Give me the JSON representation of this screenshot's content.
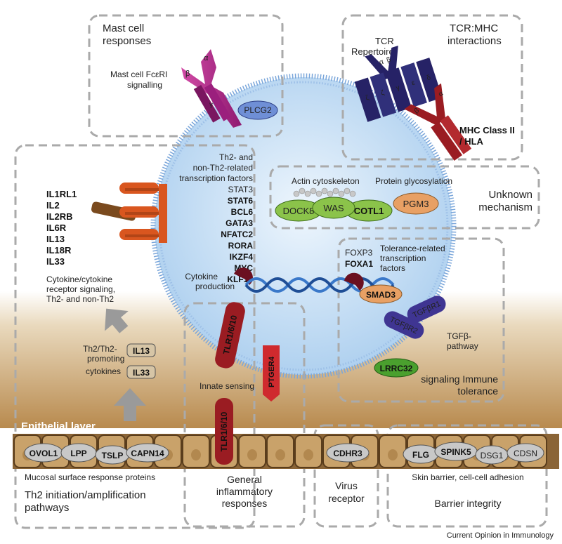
{
  "mast_cell": {
    "title_line1": "Mast cell",
    "title_line2": "responses",
    "sub_line1": "Mast cell FcεRI",
    "sub_line2": "signalling",
    "plcg2": "PLCG2",
    "alpha": "α",
    "beta": "β",
    "gamma": "γ"
  },
  "tcr": {
    "title_line1": "TCR:MHC",
    "title_line2": "interactions",
    "rep_line1": "TCR",
    "rep_line2": "Repertoire",
    "mhc_line1": "MHC Class II",
    "mhc_line2": "/ HLA",
    "alpha": "α",
    "beta": "β",
    "gamma": "γ",
    "delta": "δ",
    "epsilon": "ε",
    "zeta": "ζ"
  },
  "cytokine": {
    "genes": [
      "IL1RL1",
      "IL2",
      "IL2RB",
      "IL6R",
      "IL13",
      "IL18R",
      "IL33"
    ],
    "desc_line1": "Cytokine/cytokine",
    "desc_line2": "receptor signaling,",
    "desc_line3": "Th2- and non-Th2"
  },
  "tf": {
    "title_line1": "Th2- and",
    "title_line2": "non-Th2-related",
    "title_line3": "transcription factors",
    "genes": [
      "STAT3",
      "STAT6",
      "BCL6",
      "GATA3",
      "NFATC2",
      "RORA",
      "IKZF4",
      "MYC",
      "KLF13"
    ],
    "cytokine_production_line1": "Cytokine",
    "cytokine_production_line2": "production"
  },
  "unknown": {
    "actin": "Actin cytoskeleton",
    "glyco": "Protein glycosylation",
    "dock8": "DOCK8",
    "was": "WAS",
    "cotl1": "COTL1",
    "pgm3": "PGM3",
    "title_line1": "Unknown",
    "title_line2": "mechanism"
  },
  "tolerance": {
    "foxp3": "FOXP3",
    "foxa1": "FOXA1",
    "tf_line1": "Tolerance-related",
    "tf_line2": "transcription",
    "tf_line3": "factors",
    "smad3": "SMAD3",
    "tgfbr1": "TGFβR1",
    "tgfbr2": "TGFβR2",
    "tgfb_line1": "TGFβ-",
    "tgfb_line2": "pathway",
    "lrrc32": "LRRC32",
    "title_line1": "signaling Immune",
    "title_line2": "tolerance"
  },
  "th2_promoting": {
    "line1": "Th2/Th2-",
    "line2": "promoting",
    "line3": "cytokines",
    "il13": "IL13",
    "il33": "IL33"
  },
  "innate": {
    "tlr": "TLR1/6/10",
    "ptger4": "PTGER4",
    "label": "Innate sensing",
    "tlr_epi": "TLR1/6/10"
  },
  "epithelial": {
    "label": "Epithelial layer",
    "ovol1": "OVOL1",
    "lpp": "LPP",
    "tslp": "TSLP",
    "capn14": "CAPN14",
    "cdhr3": "CDHR3",
    "flg": "FLG",
    "spink5": "SPINK5",
    "dsg1": "DSG1",
    "cdsn": "CDSN"
  },
  "bottom": {
    "mucosal": "Mucosal surface response proteins",
    "th2_line1": "Th2 initiation/amplification",
    "th2_line2": "pathways",
    "general_line1": "General",
    "general_line2": "inflammatory",
    "general_line3": "responses",
    "virus_line1": "Virus",
    "virus_line2": "receptor",
    "skin": "Skin barrier, cell-cell adhesion",
    "barrier": "Barrier integrity"
  },
  "footer": "Current Opinion in Immunology",
  "colors": {
    "cell_membrane": "#8fb6e4",
    "cell_fill": "#cfe3f6",
    "mast_receptor": "#b2218a",
    "tcr": "#262266",
    "mhc": "#9a1c22",
    "cytokine_receptor": "#d9561f",
    "green_protein": "#8bc34a",
    "orange_protein": "#e8a064",
    "tgfbr": "#3f3592",
    "tlr": "#9a1c22",
    "epithelium": "#8a6436",
    "dna": "#3a78c9"
  }
}
